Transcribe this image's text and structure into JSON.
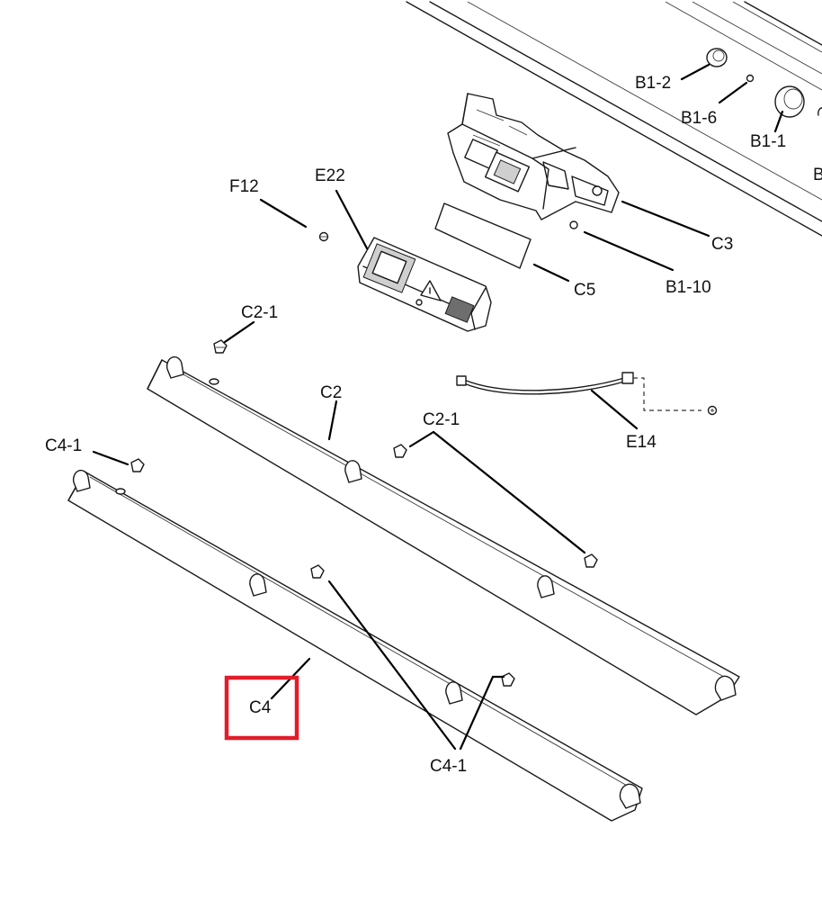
{
  "labels": {
    "b1_2": "B1-2",
    "b1_6": "B1-6",
    "b1_1": "B1-1",
    "b_partial": "B",
    "f12": "F12",
    "e22": "E22",
    "c3": "C3",
    "c5": "C5",
    "b1_10": "B1-10",
    "c2_1_top": "C2-1",
    "c2": "C2",
    "c2_1_mid": "C2-1",
    "e14": "E14",
    "c4_1_left": "C4-1",
    "c4": "C4",
    "c4_1_bottom": "C4-1"
  },
  "highlight": {
    "target": "C4",
    "color": "#e11d2a"
  }
}
